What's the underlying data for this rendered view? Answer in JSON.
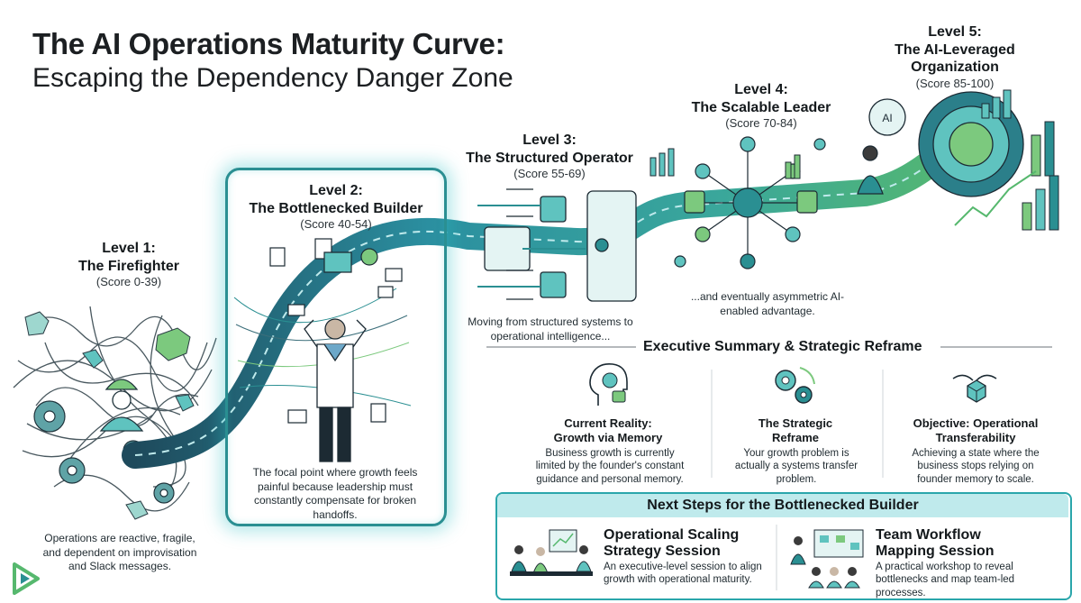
{
  "title": {
    "line1": "The AI Operations Maturity Curve:",
    "line2": "Escaping the Dependency Danger Zone"
  },
  "levels": [
    {
      "level": "Level 1:",
      "name": "The Firefighter",
      "score": "(Score 0-39)",
      "caption": "Operations are reactive, fragile, and dependent on improvisation and Slack messages."
    },
    {
      "level": "Level 2:",
      "name": "The Bottlenecked Builder",
      "score": "(Score 40-54)",
      "caption": "The focal point where growth feels painful because leadership must constantly compensate for broken handoffs."
    },
    {
      "level": "Level 3:",
      "name": "The Structured Operator",
      "score": "(Score 55-69)",
      "caption": "Moving from structured systems to operational intelligence..."
    },
    {
      "level": "Level 4:",
      "name": "The Scalable Leader",
      "score": "(Score 70-84)",
      "caption": "...and eventually asymmetric AI-enabled advantage."
    },
    {
      "level": "Level 5:",
      "name1": "The AI-Leveraged",
      "name2": "Organization",
      "score": "(Score 85-100)"
    }
  ],
  "executive": {
    "heading": "Executive Summary & Strategic Reframe",
    "columns": [
      {
        "title1": "Current Reality:",
        "title2": "Growth via Memory",
        "text": "Business growth is currently limited by the founder's constant guidance and personal memory.",
        "icon": "head-lock-icon"
      },
      {
        "title1": "The Strategic",
        "title2": "Reframe",
        "text": "Your growth problem is actually a systems transfer problem.",
        "icon": "gears-cycle-icon"
      },
      {
        "title1": "Objective: Operational",
        "title2": "Transferability",
        "text": "Achieving a state where the business stops relying on founder memory to scale.",
        "icon": "hands-cube-icon"
      }
    ]
  },
  "next_steps": {
    "heading": "Next Steps for the Bottlenecked Builder",
    "sessions": [
      {
        "title1": "Operational Scaling",
        "title2": "Strategy Session",
        "text": "An executive-level session to align growth with operational maturity."
      },
      {
        "title1": "Team Workflow",
        "title2": "Mapping Session",
        "text": "A practical workshop to reveal bottlenecks and map team-led processes."
      }
    ]
  },
  "colors": {
    "teal": "#2a8f92",
    "teal_light": "#5fc3bf",
    "green": "#6cc070",
    "dark": "#1c2a33"
  }
}
